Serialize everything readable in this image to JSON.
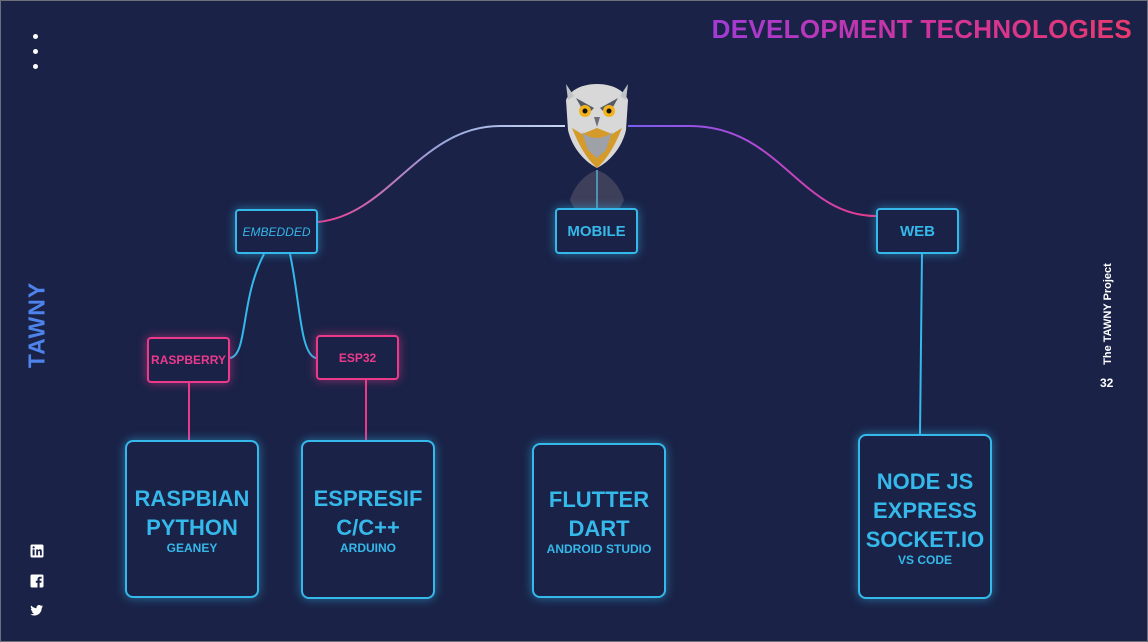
{
  "title": "DEVELOPMENT TECHNOLOGIES",
  "brand": "TAWNY",
  "project_label": "The TAWNY Project",
  "page_number": "32",
  "logo": {
    "icon": "owl-logo-icon"
  },
  "branches": {
    "embedded": "EMBEDDED",
    "mobile": "MOBILE",
    "web": "WEB"
  },
  "boards": {
    "raspberry": "RASPBERRY",
    "esp32": "ESP32"
  },
  "stacks": {
    "raspbian": {
      "lines": [
        "RASPBIAN",
        "PYTHON"
      ],
      "sub": "GEANEY"
    },
    "espresif": {
      "lines": [
        "ESPRESIF",
        "C/C++"
      ],
      "sub": "ARDUINO"
    },
    "flutter": {
      "lines": [
        "FLUTTER",
        "DART"
      ],
      "sub": "ANDROID STUDIO"
    },
    "node": {
      "lines": [
        "NODE JS",
        "EXPRESS",
        "SOCKET.IO"
      ],
      "sub": "VS CODE"
    }
  },
  "social": [
    "linkedin-icon",
    "facebook-icon",
    "twitter-icon"
  ],
  "colors": {
    "background": "#1a2247",
    "cyan": "#35b8ea",
    "pink": "#ec3a8b",
    "brand_blue": "#4d83ea",
    "title_purple": "#a23bd6",
    "title_pink": "#e83a6d"
  }
}
